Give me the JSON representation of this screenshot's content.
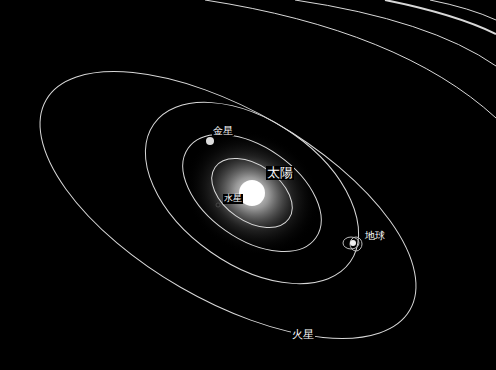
{
  "diagram": {
    "labels": [
      "金星",
      "太陽",
      "水星",
      "地球",
      "火星"
    ]
  }
}
